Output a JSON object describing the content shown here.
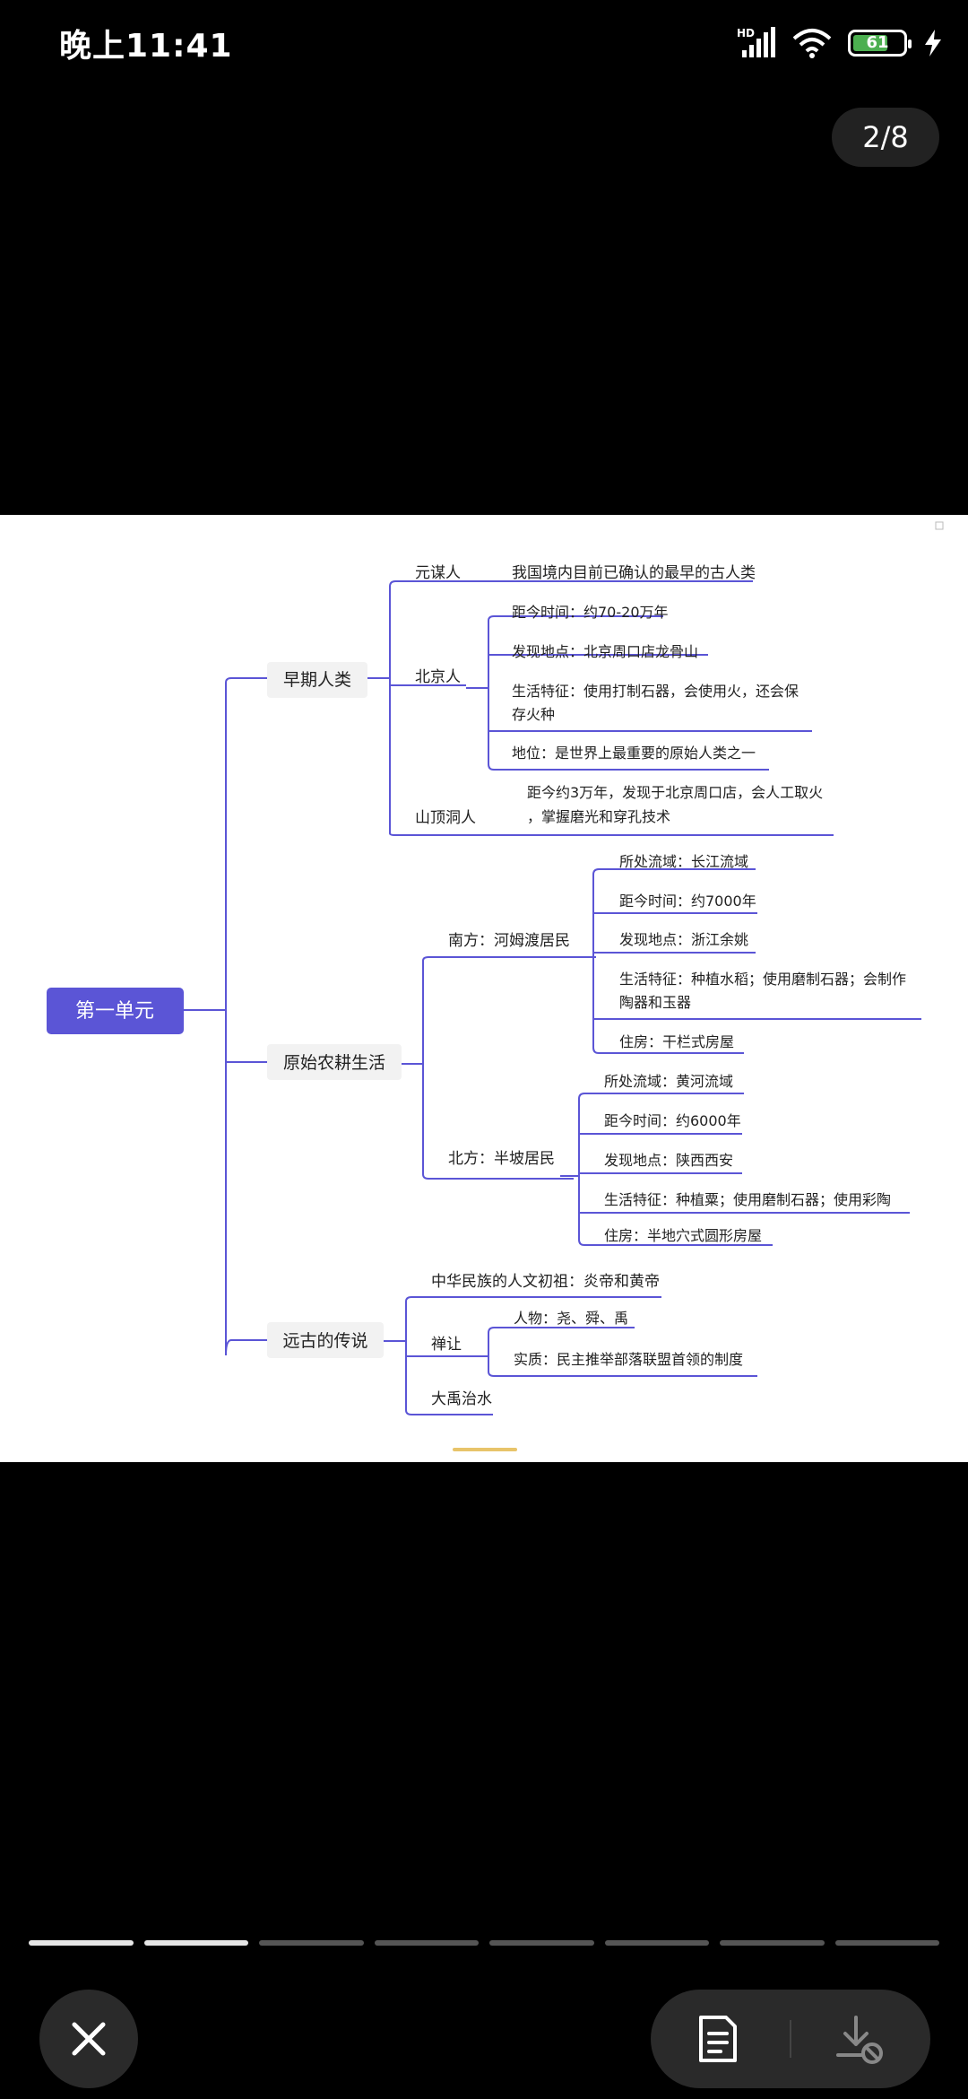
{
  "status_bar": {
    "time": "晚上11:41",
    "network": "HD",
    "battery": "61"
  },
  "viewer": {
    "page_indicator": "2/8",
    "pages_total": 8,
    "current_page": 2
  },
  "mindmap": {
    "root": "第一单元",
    "branches": [
      {
        "label": "早期人类",
        "children": [
          {
            "label": "元谋人",
            "detail": "我国境内目前已确认的最早的古人类"
          },
          {
            "label": "北京人",
            "items": [
              "距今时间：约70-20万年",
              "发现地点：北京周口店龙骨山",
              "生活特征：使用打制石器，会使用火，还会保",
              "存火种",
              "地位：是世界上最重要的原始人类之一"
            ]
          },
          {
            "label": "山顶洞人",
            "detail_lines": [
              "距今约3万年，发现于北京周口店，会人工取火",
              "，掌握磨光和穿孔技术"
            ]
          }
        ]
      },
      {
        "label": "原始农耕生活",
        "children": [
          {
            "label": "南方：河姆渡居民",
            "items": [
              "所处流域：长江流域",
              "距今时间：约7000年",
              "发现地点：浙江余姚",
              "生活特征：种植水稻；使用磨制石器；会制作",
              "陶器和玉器",
              "住房：干栏式房屋"
            ]
          },
          {
            "label": "北方：半坡居民",
            "items": [
              "所处流域：黄河流域",
              "距今时间：约6000年",
              "发现地点：陕西西安",
              "生活特征：种植粟；使用磨制石器；使用彩陶",
              "住房：半地穴式圆形房屋"
            ]
          }
        ]
      },
      {
        "label": "远古的传说",
        "children": [
          {
            "label": "中华民族的人文初祖：炎帝和黄帝"
          },
          {
            "label": "禅让",
            "items": [
              "人物：尧、舜、禹",
              "实质：民主推举部落联盟首领的制度"
            ]
          },
          {
            "label": "大禹治水"
          }
        ]
      }
    ]
  },
  "colors": {
    "accent": "#5b55d6",
    "line": "#5b55d6",
    "node_bg": "#f2f2f2",
    "text": "#222222"
  },
  "controls": {
    "close_icon": "close-icon",
    "doc_icon": "document-icon",
    "download_icon": "download-disabled-icon"
  }
}
